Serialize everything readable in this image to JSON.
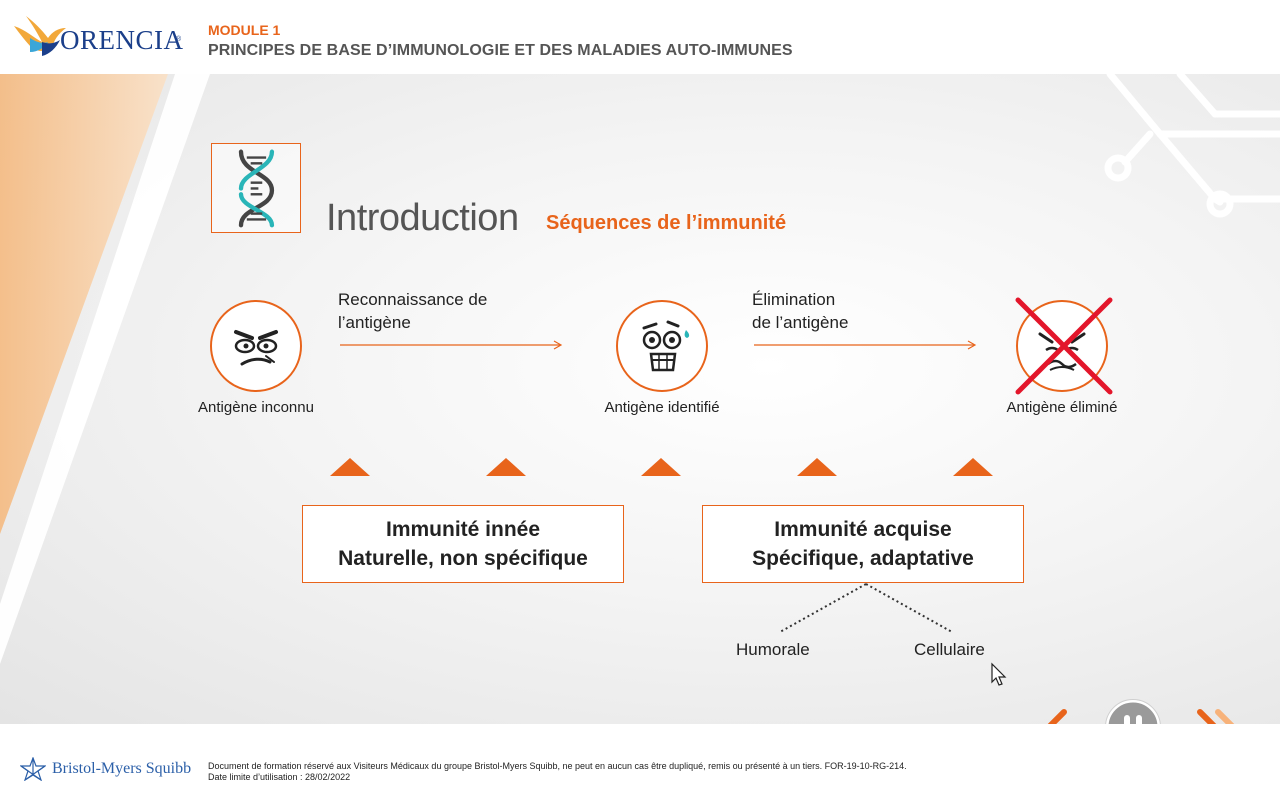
{
  "header": {
    "logo_text": "ORENCIA",
    "logo_reg": "®",
    "module_label": "MODULE 1",
    "module_title": "PRINCIPES DE BASE D’IMMUNOLOGIE ET DES MALADIES AUTO-IMMUNES"
  },
  "slide": {
    "title": "Introduction",
    "subtitle": "Séquences de l’immunité",
    "steps": [
      {
        "label": "Antigène inconnu"
      },
      {
        "label": "Antigène identifié"
      },
      {
        "label": "Antigène éliminé"
      }
    ],
    "arrows": [
      {
        "line1": "Reconnaissance de",
        "line2": "l’antigène"
      },
      {
        "line1": "Élimination",
        "line2": "de l’antigène"
      }
    ],
    "boxes": [
      {
        "line1": "Immunité innée",
        "line2": "Naturelle, non spécifique"
      },
      {
        "line1": "Immunité acquise",
        "line2": "Spécifique, adaptative"
      }
    ],
    "branches": [
      "Humorale",
      "Cellulaire"
    ]
  },
  "controls": {
    "prev": "previous",
    "pause": "pause",
    "next": "next"
  },
  "footer": {
    "company": "Bristol-Myers Squibb",
    "disclaimer_line1": "Document de formation réservé aux Visiteurs Médicaux du groupe Bristol-Myers Squibb, ne peut en aucun cas être dupliqué, remis ou présenté à un tiers. FOR-19-10-RG-214.",
    "disclaimer_line2": "Date limite d’utilisation : 28/02/2022"
  },
  "colors": {
    "accent": "#e8641b",
    "brand_blue": "#1b3f8a",
    "text_dark": "#222222",
    "cross_red": "#e3162b"
  }
}
